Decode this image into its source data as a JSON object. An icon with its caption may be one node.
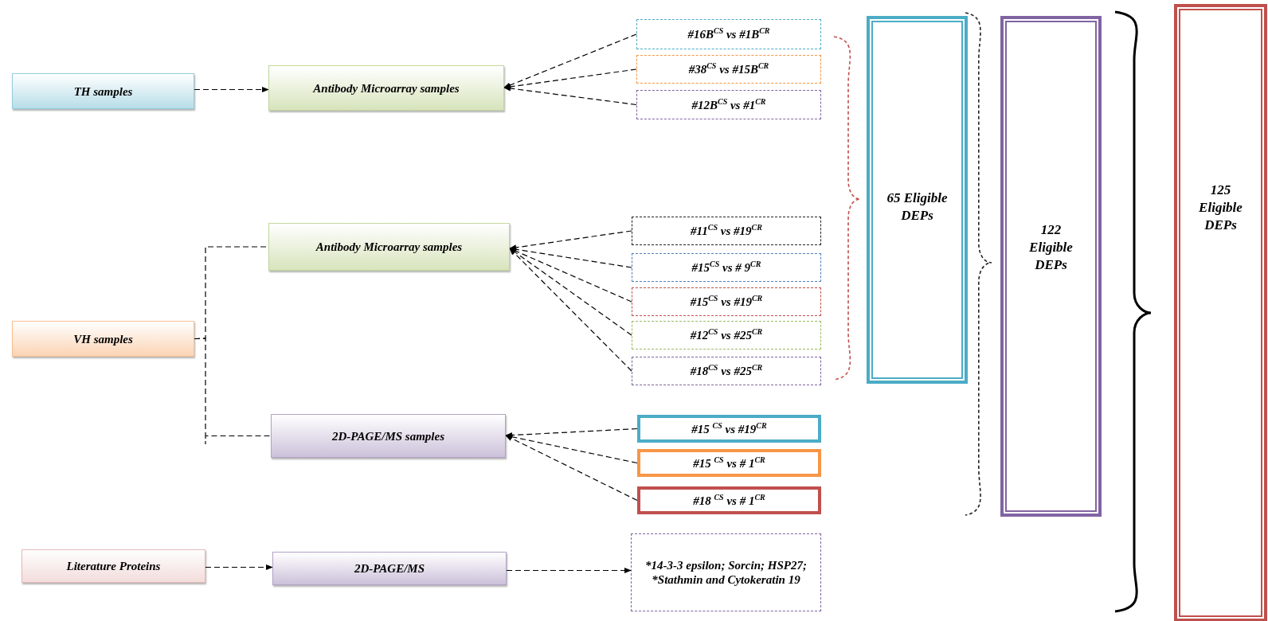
{
  "diagram": {
    "nodes": [
      {
        "text": [
          "TH samples"
        ]
      },
      {
        "text": [
          "Antibody Microarray samples"
        ]
      },
      {
        "text": [
          "#16B$^{CS}$ vs #1B$^{CR}$"
        ]
      },
      {
        "text": [
          "#38$^{CS}$ vs #15B$^{CR}$"
        ]
      },
      {
        "text": [
          "#12B$^{CS}$ vs #1$^{CR}$"
        ]
      },
      {
        "text": [
          "Antibody Microarray samples"
        ]
      },
      {
        "text": [
          "#11$^{CS}$ vs #19$^{CR}$"
        ]
      },
      {
        "text": [
          "#15$^{CS}$ vs # 9$^{CR}$"
        ]
      },
      {
        "text": [
          "#15$^{CS}$ vs #19$^{CR}$"
        ]
      },
      {
        "text": [
          "#12$^{CS}$ vs #25$^{CR}$"
        ]
      },
      {
        "text": [
          "#18$^{CS}$ vs #25$^{CR}$"
        ]
      },
      {
        "text": [
          "VH samples"
        ]
      },
      {
        "text": [
          "2D-PAGE/MS samples"
        ]
      },
      {
        "text": [
          "#15 $^{CS}$ vs #19$^{CR}$"
        ]
      },
      {
        "text": [
          "#15 $^{CS}$ vs # 1$^{CR}$"
        ]
      },
      {
        "text": [
          "#18 $^{CS}$ vs # 1$^{CR}$"
        ]
      },
      {
        "text": [
          "Literature Proteins"
        ]
      },
      {
        "text": [
          "2D-PAGE/MS"
        ]
      },
      {
        "text": [
          "*14-3-3 epsilon; Sorcin; HSP27; *Stathmin and Cytokeratin 19"
        ]
      },
      {
        "text": [
          "65 Eligible DEPs"
        ]
      },
      {
        "text": [
          "122 Eligible DEPs"
        ]
      },
      {
        "text": [
          "125 Eligible DEPs"
        ]
      }
    ],
    "edges": [
      {
        "from": 0,
        "to": 1,
        "arrow": "to",
        "style": "dashed"
      },
      {
        "from": 2,
        "to": 1,
        "arrow": "to",
        "style": "dashed"
      },
      {
        "from": 3,
        "to": 1,
        "arrow": "to",
        "style": "dashed"
      },
      {
        "from": 4,
        "to": 1,
        "arrow": "to",
        "style": "dashed"
      },
      {
        "from": 6,
        "to": 5,
        "arrow": "to",
        "style": "dashed"
      },
      {
        "from": 7,
        "to": 5,
        "arrow": "to",
        "style": "dashed"
      },
      {
        "from": 8,
        "to": 5,
        "arrow": "to",
        "style": "dashed"
      },
      {
        "from": 9,
        "to": 5,
        "arrow": "to",
        "style": "dashed"
      },
      {
        "from": 10,
        "to": 5,
        "arrow": "to",
        "style": "dashed"
      },
      {
        "from": 11,
        "to": 5,
        "arrow": "none",
        "style": "dashed"
      },
      {
        "from": 11,
        "to": 12,
        "arrow": "none",
        "style": "dashed"
      },
      {
        "from": 13,
        "to": 12,
        "arrow": "to",
        "style": "dashed"
      },
      {
        "from": 14,
        "to": 12,
        "arrow": "to",
        "style": "dashed"
      },
      {
        "from": 15,
        "to": 12,
        "arrow": "to",
        "style": "dashed"
      },
      {
        "from": 16,
        "to": 17,
        "arrow": "to",
        "style": "dashed"
      },
      {
        "from": 17,
        "to": 18,
        "arrow": "to",
        "style": "dashed"
      }
    ]
  }
}
